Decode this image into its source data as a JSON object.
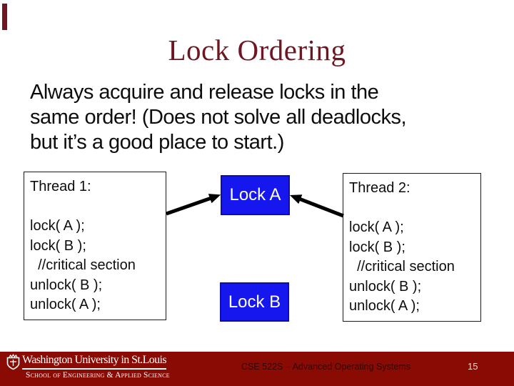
{
  "slide": {
    "title": "Lock Ordering",
    "body_lines": [
      "Always acquire and release locks in the",
      "same order! (Does not solve all deadlocks,",
      "but it’s a good place to start.)"
    ],
    "thread1": {
      "title": "Thread 1:",
      "code": [
        "lock( A );",
        "lock( B );",
        "  //critical section",
        "unlock( B );",
        "unlock( A );"
      ]
    },
    "thread2": {
      "title": "Thread 2:",
      "code": [
        "lock( A );",
        "lock( B );",
        "  //critical section",
        "unlock( B );",
        "unlock( A );"
      ]
    },
    "locks": {
      "a": "Lock A",
      "b": "Lock B"
    },
    "footer": {
      "university": "Washington University in St.Louis",
      "school": "School of Engineering & Applied Science",
      "course": "CSE 522S – Advanced Operating Systems",
      "page": "15"
    },
    "colors": {
      "title_maroon": "#6e1722",
      "footer_maroon": "#8a0b04",
      "lock_blue": "#1616ee",
      "lock_border": "#0d0dad",
      "arrow_black": "#000000",
      "page_number_text": "#efd3c3",
      "course_text": "#300703"
    }
  }
}
